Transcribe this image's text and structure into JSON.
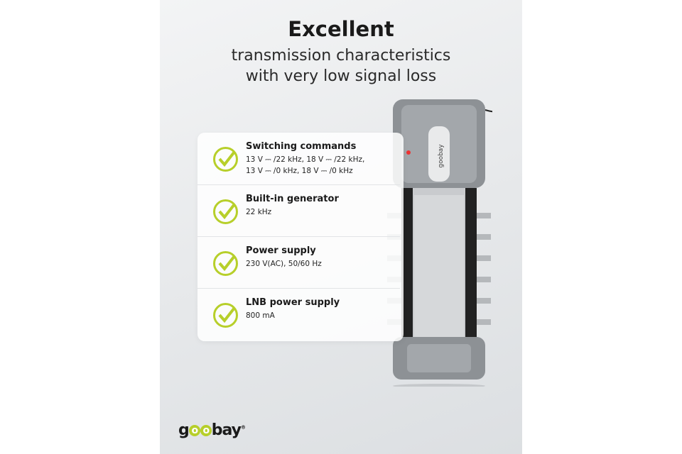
{
  "headline": "Excellent",
  "subheadline": [
    "transmission characteristics",
    "with very low signal loss"
  ],
  "features": [
    {
      "title": "Switching commands",
      "lines": [
        "13 V ⎓ /22 kHz, 18 V ⎓ /22 kHz,",
        "13 V ⎓ /0 kHz, 18 V ⎓ /0 kHz"
      ]
    },
    {
      "title": "Built-in generator",
      "lines": [
        "22 kHz"
      ]
    },
    {
      "title": "Power supply",
      "lines": [
        "230 V(AC), 50/60 Hz"
      ]
    },
    {
      "title": "LNB power supply",
      "lines": [
        "800 mA"
      ]
    }
  ],
  "brand": "goobay",
  "colors": {
    "accent": "#b7cf2a"
  }
}
